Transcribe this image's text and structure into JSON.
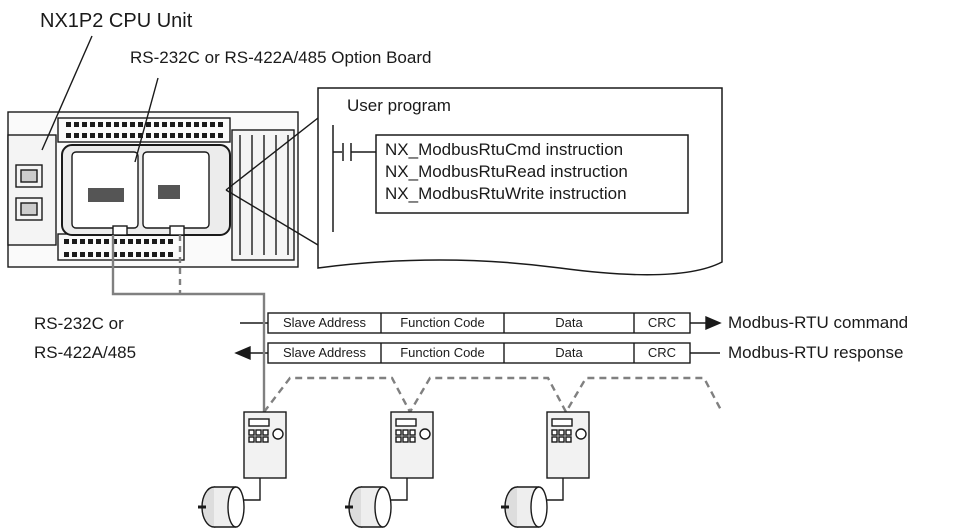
{
  "labels": {
    "cpu_unit": "NX1P2 CPU Unit",
    "option_board": "RS-232C or RS-422A/485 Option Board",
    "user_program": "User program",
    "serial_line_1": "RS-232C or",
    "serial_line_2": "RS-422A/485"
  },
  "instructions": [
    "NX_ModbusRtuCmd instruction",
    "NX_ModbusRtuRead instruction",
    "NX_ModbusRtuWrite instruction"
  ],
  "frames": {
    "command": {
      "fields": [
        "Slave Address",
        "Function Code",
        "Data",
        "CRC"
      ],
      "label": "Modbus-RTU command"
    },
    "response": {
      "fields": [
        "Slave Address",
        "Function Code",
        "Data",
        "CRC"
      ],
      "label": "Modbus-RTU response"
    }
  },
  "slave_device_count": 3,
  "colors": {
    "line": "#1a1a1a",
    "cable": "#808080",
    "device_fill": "#f2f2f2"
  }
}
